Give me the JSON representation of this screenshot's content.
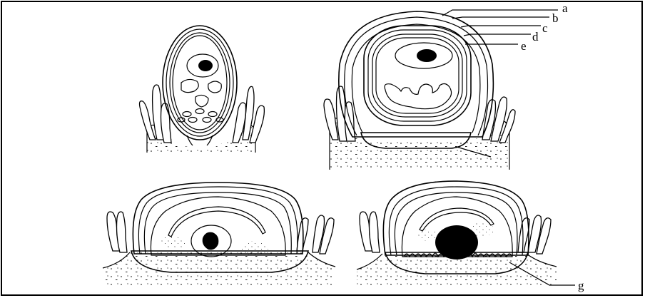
{
  "labels": {
    "a": "a",
    "b": "b",
    "c": "c",
    "d": "d",
    "e": "e",
    "g": "g"
  }
}
